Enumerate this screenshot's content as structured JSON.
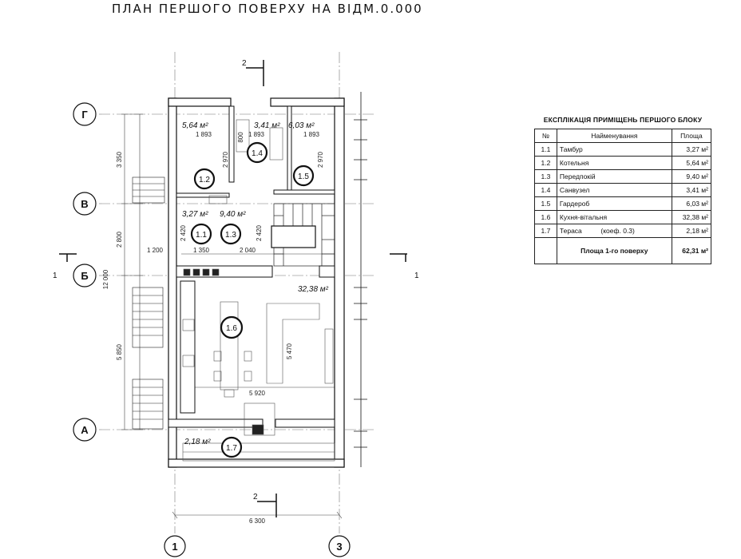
{
  "title": "ПЛАН ПЕРШОГО ПОВЕРХУ НА ВІДМ.0.000",
  "axes": {
    "G": "Г",
    "V": "В",
    "B": "Б",
    "A": "А",
    "c1": "1",
    "c3": "3"
  },
  "sections": {
    "s1": "1",
    "s2": "2"
  },
  "rooms": [
    {
      "id": "1.1",
      "area": "3,27 м²"
    },
    {
      "id": "1.2",
      "area": "5,64 м²"
    },
    {
      "id": "1.3",
      "area": "9,40 м²"
    },
    {
      "id": "1.4",
      "area": "3,41 м²"
    },
    {
      "id": "1.5",
      "area": "6,03 м²"
    },
    {
      "id": "1.6",
      "area": "32,38 м²"
    },
    {
      "id": "1.7",
      "area": "2,18 м²"
    }
  ],
  "dims": {
    "d3350": "3 350",
    "d2800": "2 800",
    "d5850": "5 850",
    "d12000": "12 000",
    "d6300": "6 300",
    "d5920": "5 920",
    "d1200": "1 200",
    "d1350": "1 350",
    "d2040": "2 040",
    "d2420a": "2 420",
    "d2420b": "2 420",
    "d2970a": "2 970",
    "d2970b": "2 970",
    "d1893a": "1 893",
    "d1893b": "1 893",
    "d1893c": "1 893",
    "d800": "800",
    "d5470": "5 470"
  },
  "explication": {
    "title": "ЕКСПЛІКАЦІЯ ПРИМІЩЕНЬ ПЕРШОГО БЛОКУ",
    "headers": {
      "num": "№",
      "name": "Найменування",
      "area": "Площа"
    },
    "rows": [
      {
        "num": "1.1",
        "name": "Тамбур",
        "area": "3,27 м²"
      },
      {
        "num": "1.2",
        "name": "Котельня",
        "area": "5,64 м²"
      },
      {
        "num": "1.3",
        "name": "Передпокій",
        "area": "9,40 м²"
      },
      {
        "num": "1.4",
        "name": "Санвузел",
        "area": "3,41 м²"
      },
      {
        "num": "1.5",
        "name": "Гардероб",
        "area": "6,03 м²"
      },
      {
        "num": "1.6",
        "name": "Кухня-вітальня",
        "area": "32,38 м²"
      },
      {
        "num": "1.7",
        "name": "Тераса          (коеф. 0.3)",
        "area": "2,18 м²"
      }
    ],
    "total": {
      "name": "Площа 1-го поверху",
      "area": "62,31 м²"
    }
  }
}
